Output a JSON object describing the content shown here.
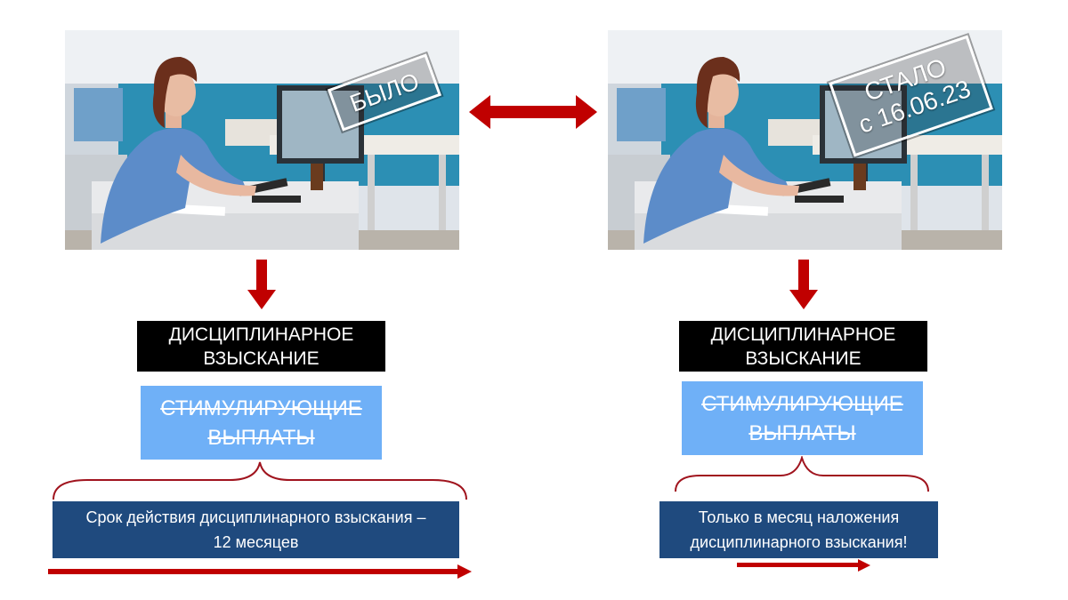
{
  "left": {
    "stamp": "БЫЛО",
    "penalty_box": [
      "ДИСЦИПЛИНАРНОЕ",
      "ВЗЫСКАНИЕ"
    ],
    "bonus_box": [
      "СТИМУЛИРУЮЩИЕ",
      "ВЫПЛАТЫ"
    ],
    "note_box": [
      "Срок действия дисциплинарного взыскания –",
      "12 месяцев"
    ]
  },
  "right": {
    "stamp": [
      "СТАЛО",
      "с 16.06.23"
    ],
    "penalty_box": [
      "ДИСЦИПЛИНАРНОЕ",
      "ВЗЫСКАНИЕ"
    ],
    "bonus_box": [
      "СТИМУЛИРУЮЩИЕ",
      "ВЫПЛАТЫ"
    ],
    "note_box": [
      "Только в месяц наложения",
      "дисциплинарного взыскания!"
    ]
  },
  "colors": {
    "arrow": "#c00000",
    "black_box": "#000000",
    "blue_box": "#6fb0f7",
    "navy_box": "#1f4a7e",
    "brace": "#a0141e"
  },
  "icons": [
    "double-arrow-icon",
    "down-arrow-icon",
    "curly-brace-icon",
    "right-arrow-icon"
  ]
}
